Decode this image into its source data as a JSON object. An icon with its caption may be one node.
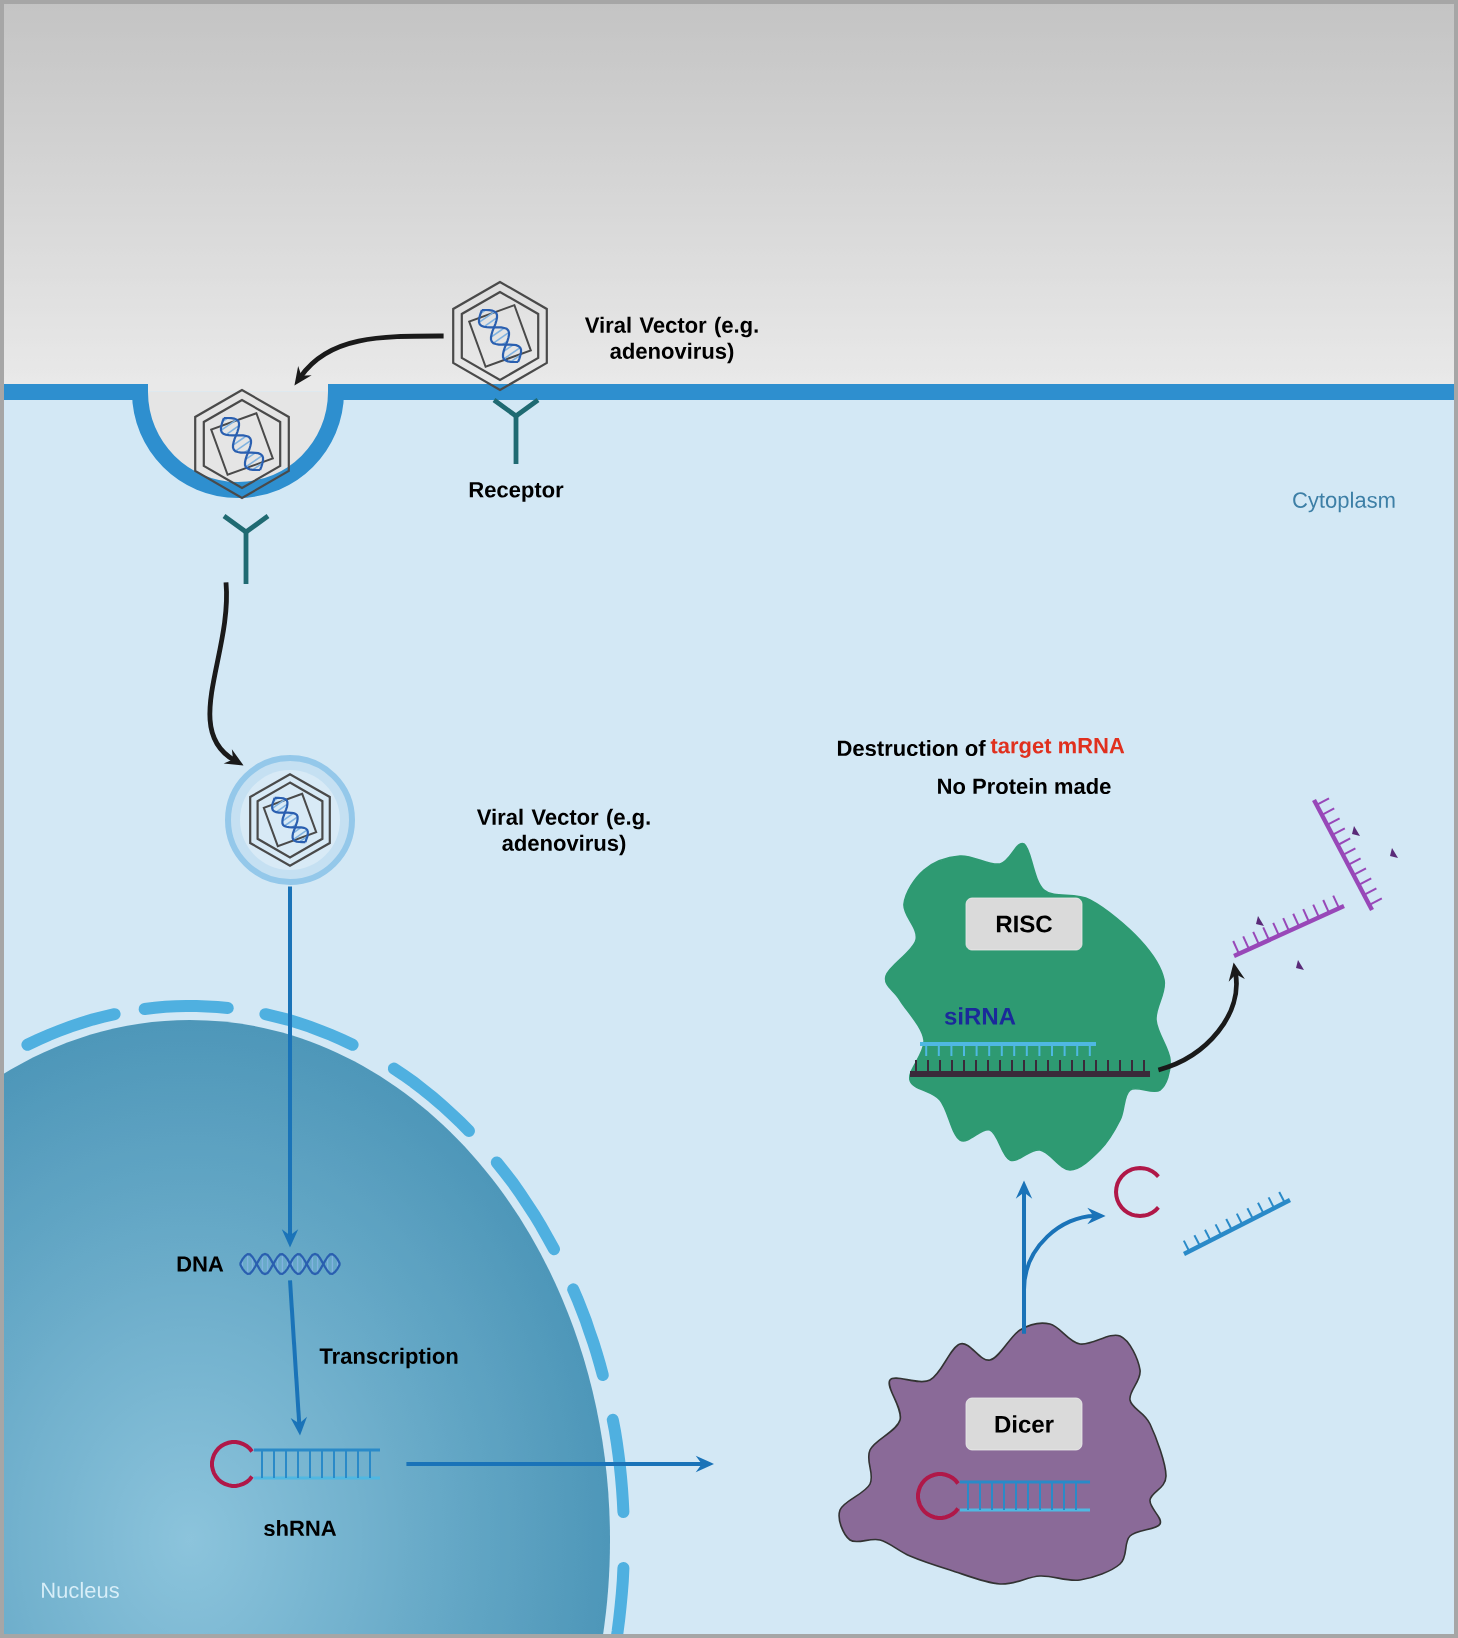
{
  "diagram": {
    "nodes": [
      {
        "text": [],
        "shape": "picture"
      },
      {
        "text": [],
        "shape": "picture"
      },
      {
        "text": [],
        "shape": "picture"
      },
      {
        "text": [],
        "shape": "picture"
      },
      {
        "text": [],
        "shape": "picture"
      },
      {
        "text": [
          "Dicer"
        ]
      },
      {
        "text": [
          "RISC",
          "siRNA"
        ]
      },
      {
        "text": [],
        "shape": "picture"
      },
      {
        "text": [],
        "shape": "picture"
      }
    ],
    "edges": [
      {
        "from": 0,
        "to": 1,
        "arrow": "to",
        "color": "#1a1a1a"
      },
      {
        "from": 1,
        "to": 2,
        "arrow": "to",
        "color": "#1a1a1a"
      },
      {
        "from": 2,
        "to": 3,
        "arrow": "to"
      },
      {
        "from": 3,
        "to": 4,
        "arrow": "to",
        "label": "Transcription"
      },
      {
        "from": 4,
        "to": null,
        "arrow": "to"
      },
      {
        "from": 5,
        "to": 6,
        "arrow": "to"
      },
      {
        "from": 5,
        "to": 8,
        "arrow": "to"
      },
      {
        "from": 6,
        "to": 7,
        "arrow": "to",
        "color": "#1a1a1a"
      }
    ],
    "labels": [
      "Viral Vector (e.g. adenovirus)",
      "Receptor",
      "Cytoplasm",
      "Destruction of",
      "target mRNA",
      "No Protein made",
      "Viral Vector (e.g. adenovirus)",
      "DNA",
      "shRNA",
      "Nucleus"
    ]
  }
}
